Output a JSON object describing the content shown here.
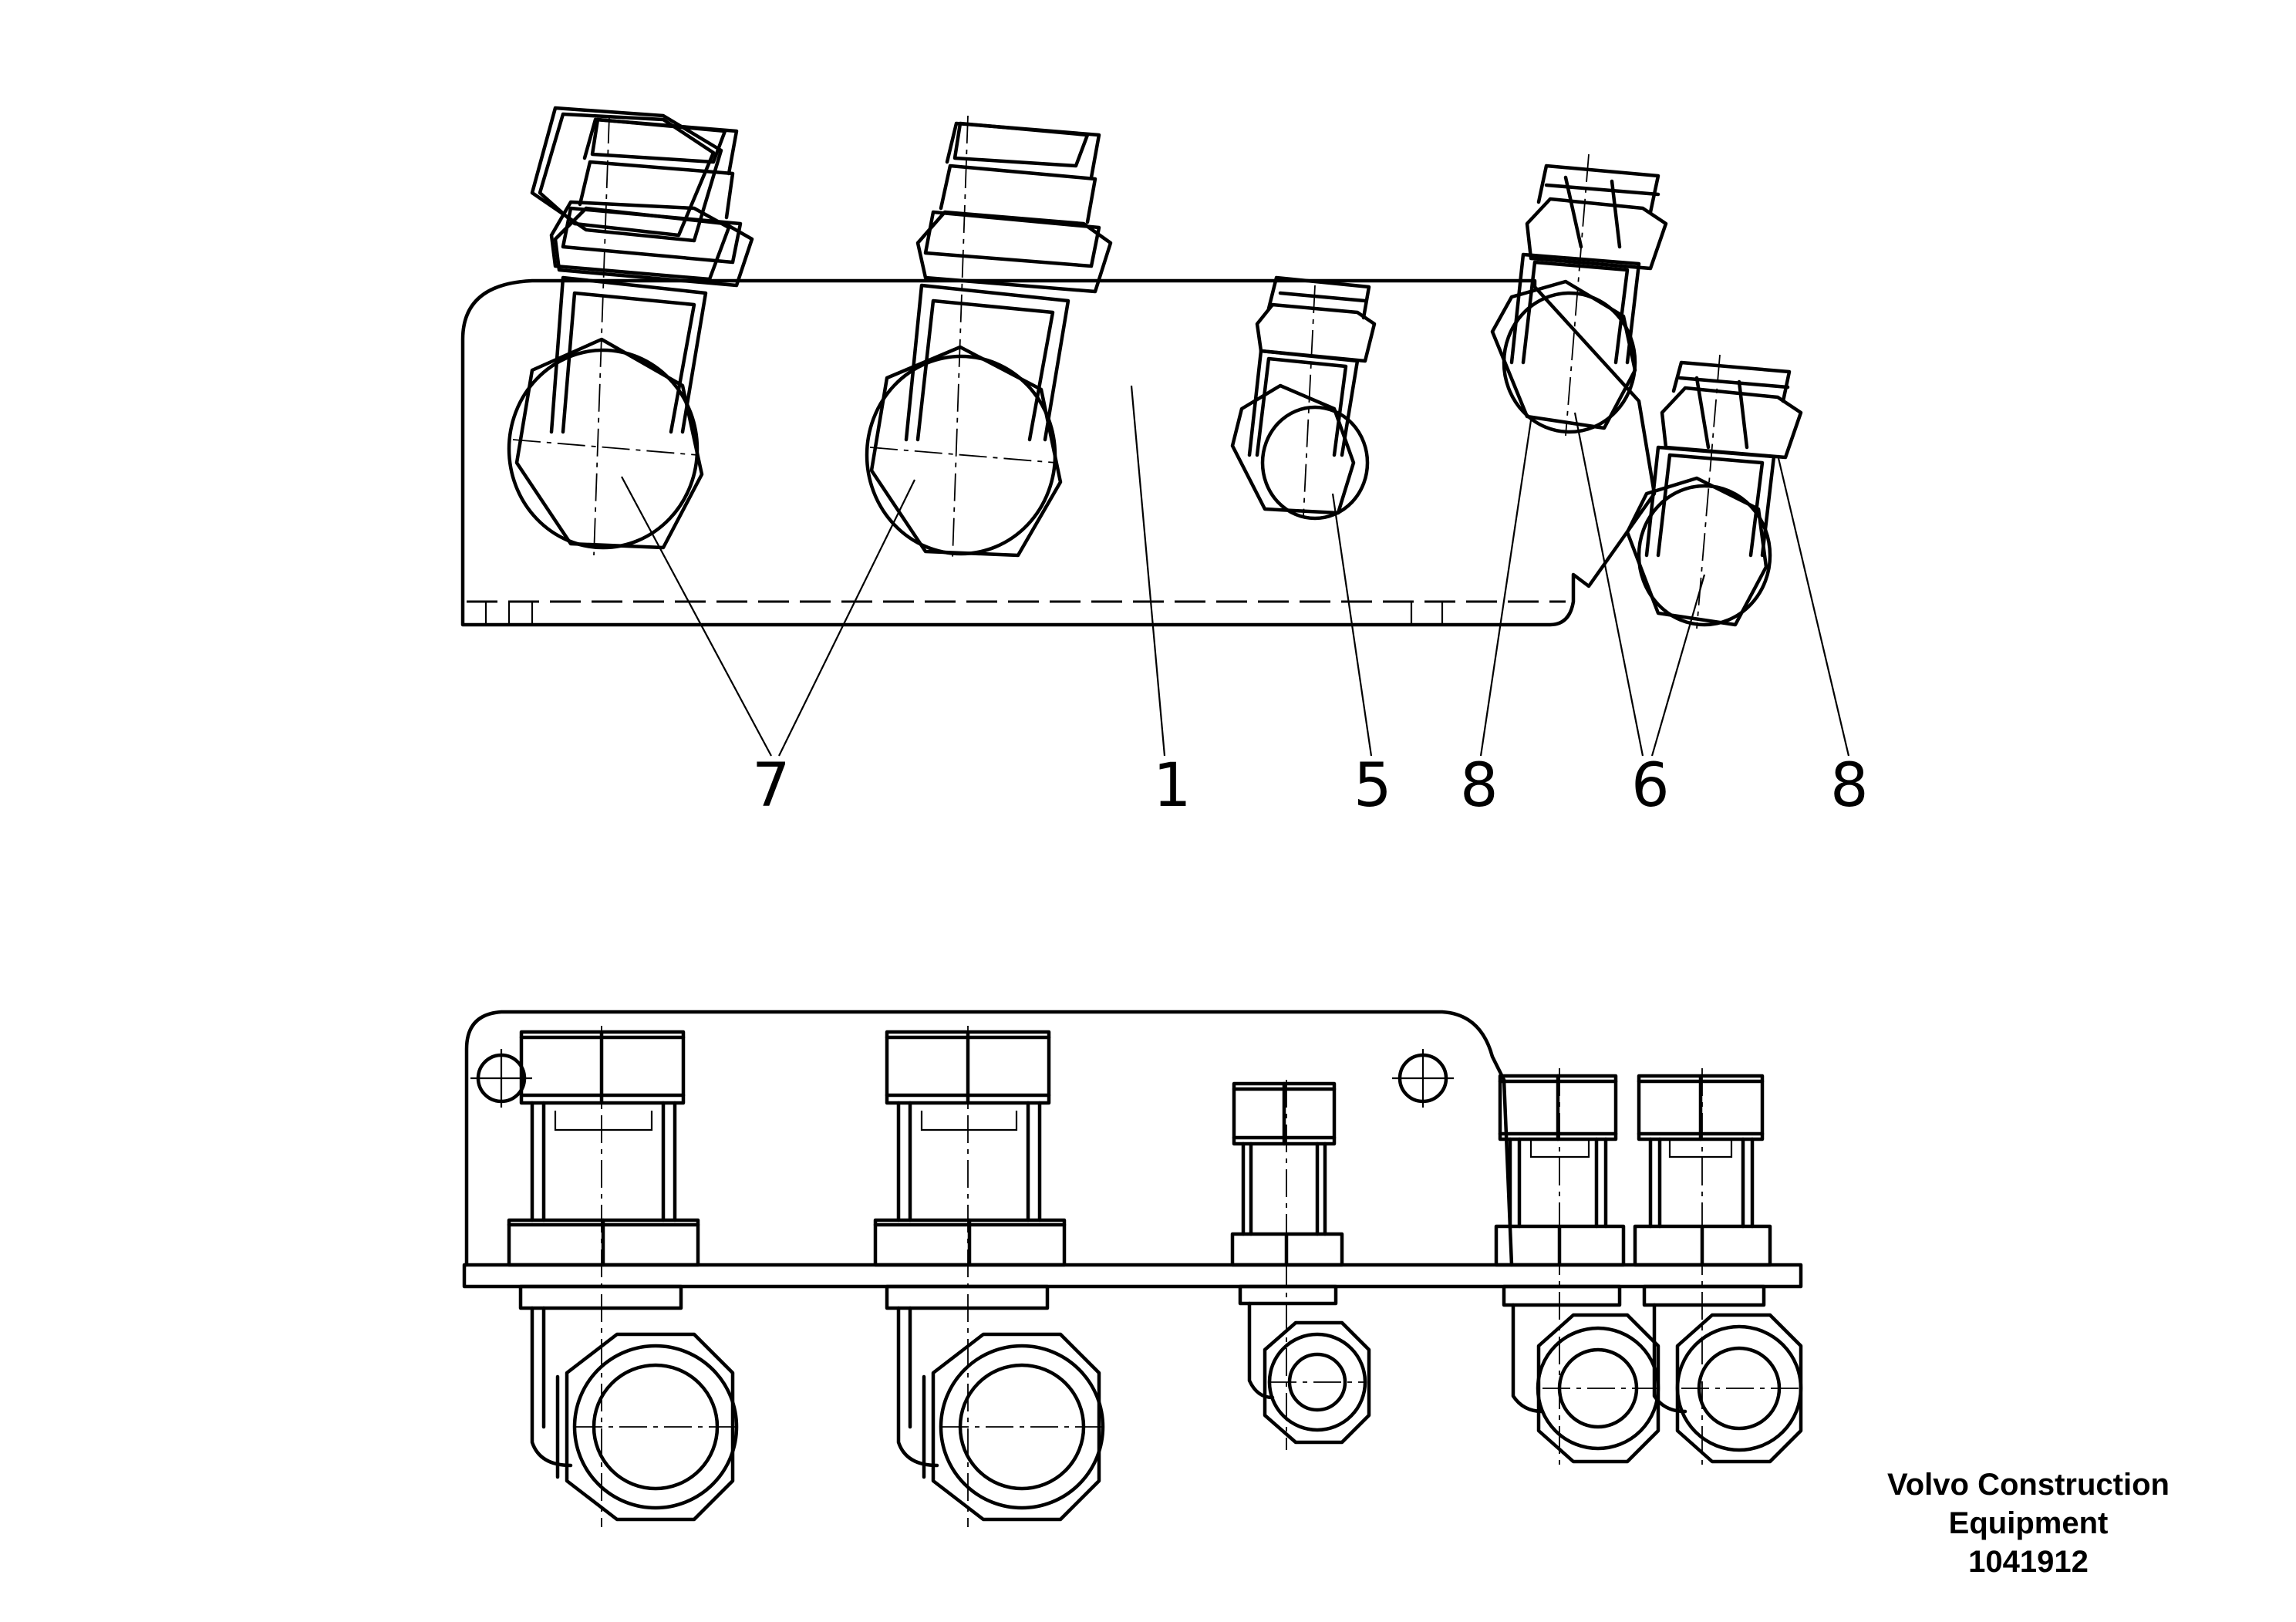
{
  "callouts": {
    "c7": "7",
    "c1": "1",
    "c5": "5",
    "c8a": "8",
    "c6": "6",
    "c8b": "8"
  },
  "footer": {
    "line1": "Volvo Construction",
    "line2": "Equipment",
    "part_number": "1041912"
  },
  "colors": {
    "ink": "#000000",
    "paper": "#ffffff"
  }
}
